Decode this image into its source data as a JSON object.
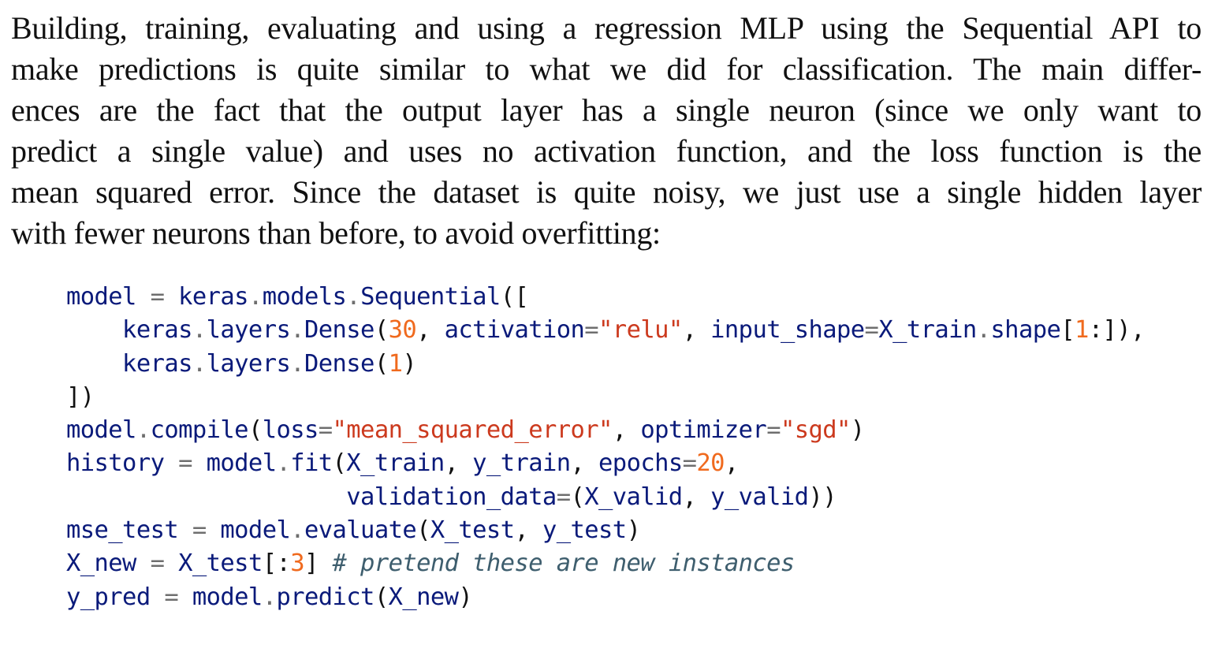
{
  "paragraph": {
    "lines": [
      "Building, training, evaluating and using a regression MLP using the Sequential API to",
      "make predictions is quite similar to what we did for classification. The main differ-",
      "ences are the fact that the output layer has a single neuron (since we only want to",
      "predict a single value) and uses no activation function, and the loss function is the",
      "mean squared error. Since the dataset is quite noisy, we just use a single hidden layer",
      "with fewer neurons than before, to avoid overfitting:"
    ]
  },
  "code": {
    "language": "python",
    "colors": {
      "identifier": "#0a1a7a",
      "operator": "#6e6e6e",
      "bracket": "#111111",
      "number": "#f06a1e",
      "string": "#cc3a1e",
      "comment": "#3e5e6e"
    },
    "lines": [
      [
        [
          "id",
          "model"
        ],
        [
          "op",
          " = "
        ],
        [
          "id",
          "keras"
        ],
        [
          "op",
          "."
        ],
        [
          "id",
          "models"
        ],
        [
          "op",
          "."
        ],
        [
          "id",
          "Sequential"
        ],
        [
          "br",
          "(["
        ]
      ],
      [
        [
          "id",
          "    keras"
        ],
        [
          "op",
          "."
        ],
        [
          "id",
          "layers"
        ],
        [
          "op",
          "."
        ],
        [
          "id",
          "Dense"
        ],
        [
          "br",
          "("
        ],
        [
          "num",
          "30"
        ],
        [
          "br",
          ", "
        ],
        [
          "id",
          "activation"
        ],
        [
          "op",
          "="
        ],
        [
          "str",
          "\"relu\""
        ],
        [
          "br",
          ", "
        ],
        [
          "id",
          "input_shape"
        ],
        [
          "op",
          "="
        ],
        [
          "id",
          "X_train"
        ],
        [
          "op",
          "."
        ],
        [
          "id",
          "shape"
        ],
        [
          "br",
          "["
        ],
        [
          "num",
          "1"
        ],
        [
          "br",
          ":]),"
        ]
      ],
      [
        [
          "id",
          "    keras"
        ],
        [
          "op",
          "."
        ],
        [
          "id",
          "layers"
        ],
        [
          "op",
          "."
        ],
        [
          "id",
          "Dense"
        ],
        [
          "br",
          "("
        ],
        [
          "num",
          "1"
        ],
        [
          "br",
          ")"
        ]
      ],
      [
        [
          "br",
          "])"
        ]
      ],
      [
        [
          "id",
          "model"
        ],
        [
          "op",
          "."
        ],
        [
          "id",
          "compile"
        ],
        [
          "br",
          "("
        ],
        [
          "id",
          "loss"
        ],
        [
          "op",
          "="
        ],
        [
          "str",
          "\"mean_squared_error\""
        ],
        [
          "br",
          ", "
        ],
        [
          "id",
          "optimizer"
        ],
        [
          "op",
          "="
        ],
        [
          "str",
          "\"sgd\""
        ],
        [
          "br",
          ")"
        ]
      ],
      [
        [
          "id",
          "history"
        ],
        [
          "op",
          " = "
        ],
        [
          "id",
          "model"
        ],
        [
          "op",
          "."
        ],
        [
          "id",
          "fit"
        ],
        [
          "br",
          "("
        ],
        [
          "id",
          "X_train"
        ],
        [
          "br",
          ", "
        ],
        [
          "id",
          "y_train"
        ],
        [
          "br",
          ", "
        ],
        [
          "id",
          "epochs"
        ],
        [
          "op",
          "="
        ],
        [
          "num",
          "20"
        ],
        [
          "br",
          ","
        ]
      ],
      [
        [
          "id",
          "                    validation_data"
        ],
        [
          "op",
          "="
        ],
        [
          "br",
          "("
        ],
        [
          "id",
          "X_valid"
        ],
        [
          "br",
          ", "
        ],
        [
          "id",
          "y_valid"
        ],
        [
          "br",
          "))"
        ]
      ],
      [
        [
          "id",
          "mse_test"
        ],
        [
          "op",
          " = "
        ],
        [
          "id",
          "model"
        ],
        [
          "op",
          "."
        ],
        [
          "id",
          "evaluate"
        ],
        [
          "br",
          "("
        ],
        [
          "id",
          "X_test"
        ],
        [
          "br",
          ", "
        ],
        [
          "id",
          "y_test"
        ],
        [
          "br",
          ")"
        ]
      ],
      [
        [
          "id",
          "X_new"
        ],
        [
          "op",
          " = "
        ],
        [
          "id",
          "X_test"
        ],
        [
          "br",
          "[:"
        ],
        [
          "num",
          "3"
        ],
        [
          "br",
          "] "
        ],
        [
          "cm",
          "# pretend these are new instances"
        ]
      ],
      [
        [
          "id",
          "y_pred"
        ],
        [
          "op",
          " = "
        ],
        [
          "id",
          "model"
        ],
        [
          "op",
          "."
        ],
        [
          "id",
          "predict"
        ],
        [
          "br",
          "("
        ],
        [
          "id",
          "X_new"
        ],
        [
          "br",
          ")"
        ]
      ]
    ]
  }
}
